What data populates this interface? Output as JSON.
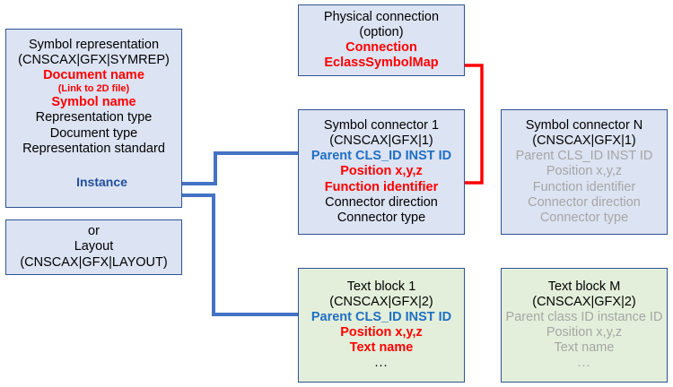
{
  "diagram": {
    "title": "Symbol representation class structure",
    "colors": {
      "box_fill_blue": "#dce3f2",
      "box_fill_green": "#e3efda",
      "box_border": "#2e5395",
      "connector_blue": "#4472c4",
      "connector_red": "#ff0000",
      "text_black": "#000000",
      "text_red": "#ff0000",
      "text_blue": "#1f6fc4",
      "text_grey": "#a6a6a6"
    }
  },
  "nodes": {
    "symbol_representation": {
      "name": "Symbol representation",
      "lines": [
        {
          "text": "Symbol representation",
          "style": "black"
        },
        {
          "text": "(CNSCAX|GFX|SYMREP)",
          "style": "black"
        },
        {
          "text": "Document name",
          "style": "red"
        },
        {
          "text": "(Link to 2D file)",
          "style": "red-small"
        },
        {
          "text": "Symbol name",
          "style": "red"
        },
        {
          "text": "Representation type",
          "style": "black"
        },
        {
          "text": "Document type",
          "style": "black"
        },
        {
          "text": "Representation standard",
          "style": "black"
        }
      ],
      "instance_label": "Instance"
    },
    "layout": {
      "name": "Layout",
      "lines": [
        {
          "text": "or",
          "style": "black"
        },
        {
          "text": "Layout",
          "style": "black"
        },
        {
          "text": "(CNSCAX|GFX|LAYOUT)",
          "style": "black"
        }
      ]
    },
    "physical_connection": {
      "name": "Physical connection",
      "lines": [
        {
          "text": "Physical connection",
          "style": "black"
        },
        {
          "text": "(option)",
          "style": "black"
        },
        {
          "text": "Connection",
          "style": "red"
        },
        {
          "text": "EclassSymbolMap",
          "style": "red"
        }
      ]
    },
    "symbol_connector_1": {
      "name": "Symbol connector 1",
      "lines": [
        {
          "text": "Symbol connector 1",
          "style": "black"
        },
        {
          "text": "(CNSCAX|GFX|1)",
          "style": "black"
        },
        {
          "text": "Parent CLS_ID INST ID",
          "style": "blue"
        },
        {
          "text": "Position x,y,z",
          "style": "red"
        },
        {
          "text": "Function identifier",
          "style": "red"
        },
        {
          "text": "Connector direction",
          "style": "black"
        },
        {
          "text": "Connector type",
          "style": "black"
        }
      ]
    },
    "symbol_connector_n": {
      "name": "Symbol connector N",
      "lines": [
        {
          "text": "Symbol connector N",
          "style": "black"
        },
        {
          "text": "(CNSCAX|GFX|1)",
          "style": "black"
        },
        {
          "text": "Parent CLS_ID INST ID",
          "style": "grey"
        },
        {
          "text": "Position x,y,z",
          "style": "grey"
        },
        {
          "text": "Function identifier",
          "style": "grey"
        },
        {
          "text": "Connector direction",
          "style": "grey"
        },
        {
          "text": "Connector type",
          "style": "grey"
        }
      ]
    },
    "text_block_1": {
      "name": "Text block 1",
      "lines": [
        {
          "text": "Text block 1",
          "style": "black"
        },
        {
          "text": "(CNSCAX|GFX|2)",
          "style": "black"
        },
        {
          "text": "Parent CLS_ID INST ID",
          "style": "blue"
        },
        {
          "text": "Position x,y,z",
          "style": "red"
        },
        {
          "text": "Text name",
          "style": "red"
        },
        {
          "text": "...",
          "style": "black"
        }
      ]
    },
    "text_block_m": {
      "name": "Text block M",
      "lines": [
        {
          "text": "Text block M",
          "style": "black"
        },
        {
          "text": "(CNSCAX|GFX|2)",
          "style": "grey-title"
        },
        {
          "text": "Parent class ID instance ID",
          "style": "grey"
        },
        {
          "text": "Position x,y,z",
          "style": "grey"
        },
        {
          "text": "Text name",
          "style": "grey"
        },
        {
          "text": "...",
          "style": "grey"
        }
      ]
    }
  },
  "connectors": [
    {
      "id": "symbol-connector-1-to-instance",
      "from": "symbol_connector_1",
      "to": "symbol_representation",
      "color": "#4472c4",
      "arrow_at": "symbol_representation"
    },
    {
      "id": "text-block-1-to-instance",
      "from": "text_block_1",
      "to": "symbol_representation",
      "color": "#4472c4",
      "arrow_at": "symbol_representation"
    },
    {
      "id": "eclass-symbol-map-to-function-identifier",
      "from": "physical_connection",
      "to": "symbol_connector_1",
      "color": "#ff0000",
      "arrow_at": "both"
    }
  ]
}
